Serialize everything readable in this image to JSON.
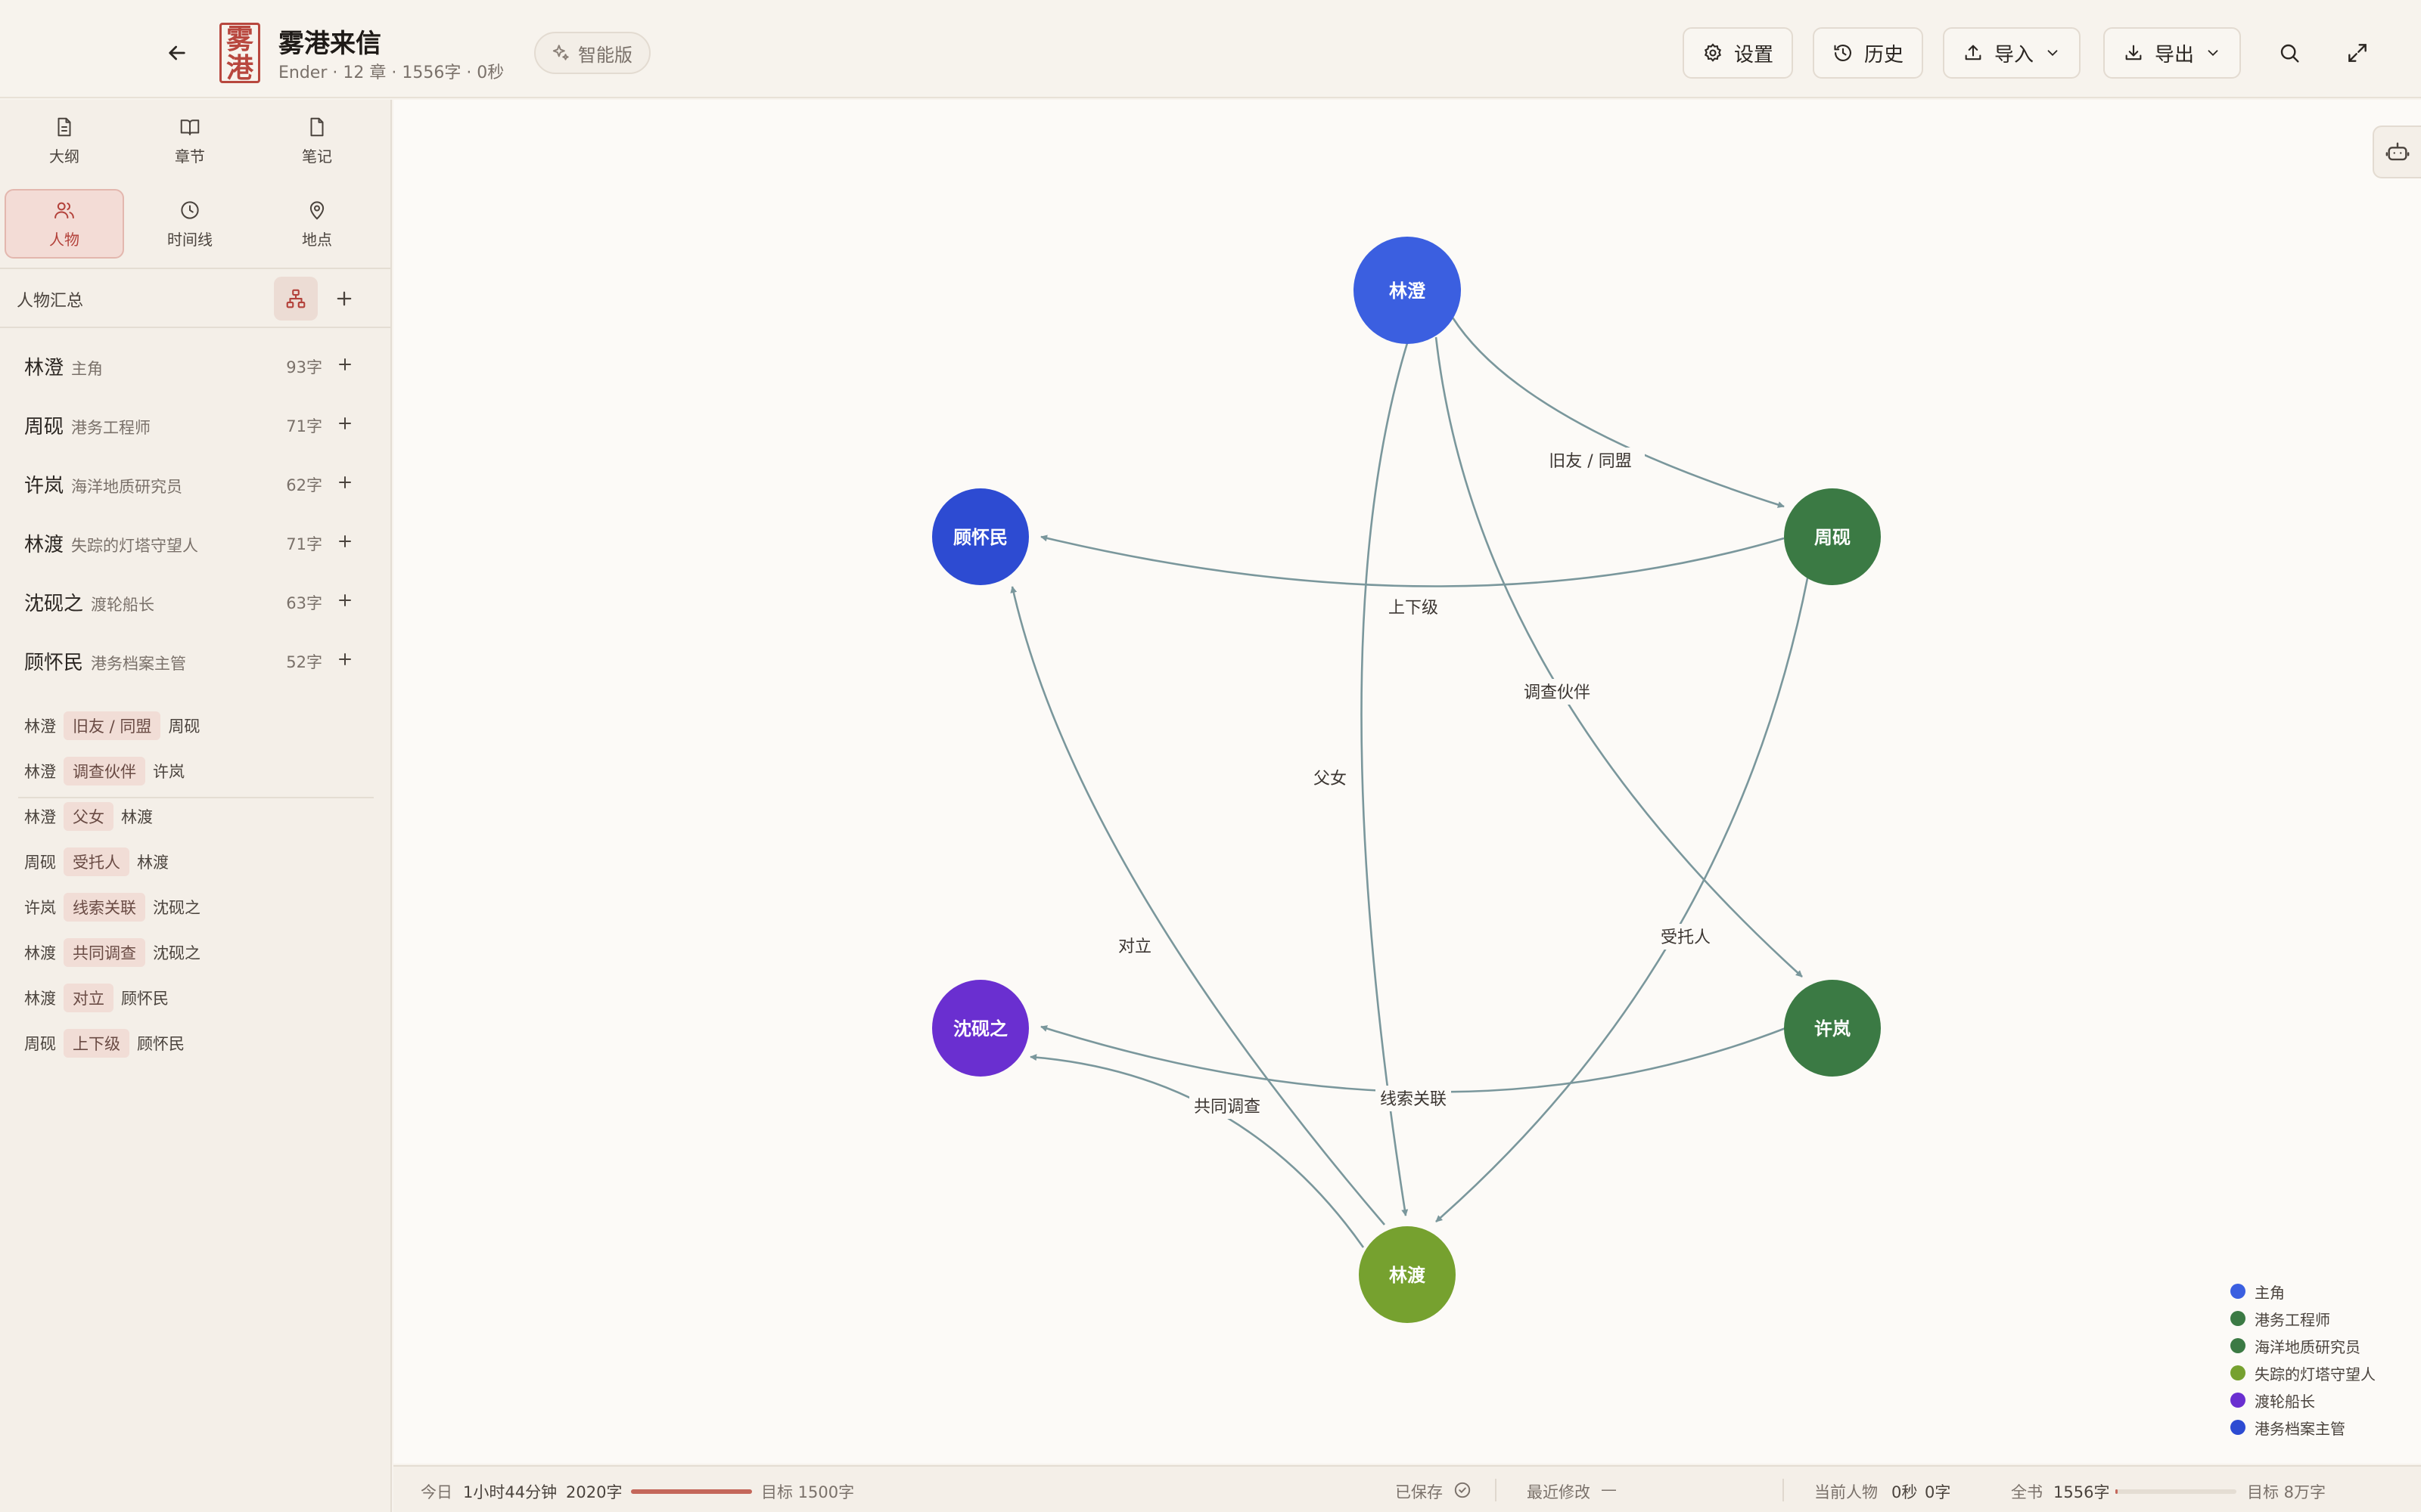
{
  "header": {
    "logo_text": "雾港",
    "title": "雾港来信",
    "subtitle": "Ender · 12 章 · 1556字 · 0秒",
    "badge": "智能版",
    "buttons": {
      "settings": "设置",
      "history": "历史",
      "import": "导入",
      "export": "导出"
    }
  },
  "sidebar": {
    "nav": [
      {
        "label": "大纲",
        "icon": "document-icon"
      },
      {
        "label": "章节",
        "icon": "book-icon"
      },
      {
        "label": "笔记",
        "icon": "note-icon"
      },
      {
        "label": "人物",
        "icon": "people-icon",
        "active": true
      },
      {
        "label": "时间线",
        "icon": "clock-icon"
      },
      {
        "label": "地点",
        "icon": "pin-icon"
      }
    ],
    "section_title": "人物汇总",
    "characters": [
      {
        "name": "林澄",
        "role": "主角",
        "count": "93字"
      },
      {
        "name": "周砚",
        "role": "港务工程师",
        "count": "71字"
      },
      {
        "name": "许岚",
        "role": "海洋地质研究员",
        "count": "62字"
      },
      {
        "name": "林渡",
        "role": "失踪的灯塔守望人",
        "count": "71字"
      },
      {
        "name": "沈砚之",
        "role": "渡轮船长",
        "count": "63字"
      },
      {
        "name": "顾怀民",
        "role": "港务档案主管",
        "count": "52字"
      }
    ],
    "relations": [
      {
        "from": "林澄",
        "label": "旧友 / 同盟",
        "to": "周砚"
      },
      {
        "from": "林澄",
        "label": "调查伙伴",
        "to": "许岚"
      },
      {
        "from": "林澄",
        "label": "父女",
        "to": "林渡"
      },
      {
        "from": "周砚",
        "label": "受托人",
        "to": "林渡"
      },
      {
        "from": "许岚",
        "label": "线索关联",
        "to": "沈砚之"
      },
      {
        "from": "林渡",
        "label": "共同调查",
        "to": "沈砚之"
      },
      {
        "from": "林渡",
        "label": "对立",
        "to": "顾怀民"
      },
      {
        "from": "周砚",
        "label": "上下级",
        "to": "顾怀民"
      }
    ]
  },
  "graph": {
    "nodes": [
      {
        "id": "lincheng",
        "label": "林澄",
        "color": "#3b5fe0"
      },
      {
        "id": "zhouyan",
        "label": "周砚",
        "color": "#3b7a44"
      },
      {
        "id": "xulan",
        "label": "许岚",
        "color": "#3b7a44"
      },
      {
        "id": "lindu",
        "label": "林渡",
        "color": "#76a12f"
      },
      {
        "id": "shenyanzhi",
        "label": "沈砚之",
        "color": "#6a2fd0"
      },
      {
        "id": "guhuaimin",
        "label": "顾怀民",
        "color": "#2d4bd2"
      }
    ],
    "edges": [
      {
        "label": "旧友 / 同盟"
      },
      {
        "label": "上下级"
      },
      {
        "label": "调查伙伴"
      },
      {
        "label": "父女"
      },
      {
        "label": "受托人"
      },
      {
        "label": "对立"
      },
      {
        "label": "线索关联"
      },
      {
        "label": "共同调查"
      }
    ],
    "edge_color": "#7a979c",
    "legend": [
      {
        "label": "主角",
        "color": "#3b5fe0"
      },
      {
        "label": "港务工程师",
        "color": "#3b7a44"
      },
      {
        "label": "海洋地质研究员",
        "color": "#3b7a44"
      },
      {
        "label": "失踪的灯塔守望人",
        "color": "#76a12f"
      },
      {
        "label": "渡轮船长",
        "color": "#6a2fd0"
      },
      {
        "label": "港务档案主管",
        "color": "#2d4bd2"
      }
    ]
  },
  "status": {
    "today_label": "今日",
    "today_time": "1小时44分钟",
    "today_words": "2020字",
    "today_progress": 1.0,
    "today_goal": "目标 1500字",
    "saved": "已保存",
    "last_modified_label": "最近修改",
    "last_modified_value": "—",
    "current_char_label": "当前人物",
    "current_char_time": "0秒",
    "current_char_words": "0字",
    "book_label": "全书",
    "book_words": "1556字",
    "book_progress": 0.02,
    "book_goal": "目标 8万字"
  }
}
